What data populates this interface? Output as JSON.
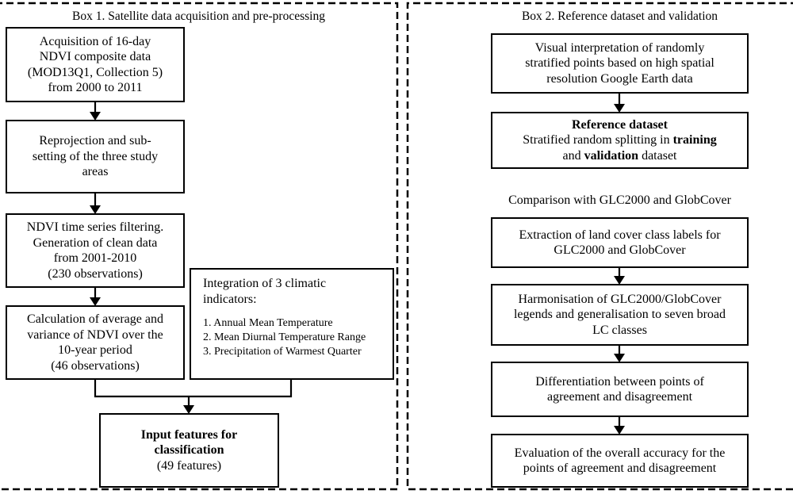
{
  "panels": {
    "box1": {
      "title": "Box 1. Satellite data acquisition and pre-processing",
      "steps": {
        "acquisition": {
          "lines": [
            "Acquisition of 16-day",
            "NDVI composite data",
            "(MOD13Q1, Collection 5)",
            "from 2000 to 2011"
          ]
        },
        "reprojection": {
          "lines": [
            "Reprojection and sub-",
            "setting of the three study",
            "areas"
          ]
        },
        "filtering": {
          "lines": [
            "NDVI time series filtering.",
            "Generation of clean data",
            "from 2001-2010",
            "(230 observations)"
          ]
        },
        "calculation": {
          "lines": [
            "Calculation of average and",
            "variance of NDVI over the",
            "10-year period",
            "(46 observations)"
          ]
        },
        "climatic": {
          "heading_lines": [
            "Integration of 3 climatic",
            "indicators:"
          ],
          "items": [
            "1. Annual Mean Temperature",
            "2. Mean Diurnal Temperature Range",
            "3. Precipitation of Warmest Quarter"
          ]
        },
        "input_features": {
          "bold_lines": [
            "Input features for",
            "classification"
          ],
          "note": "(49 features)"
        }
      }
    },
    "box2": {
      "title": "Box 2. Reference dataset and validation",
      "steps": {
        "visual_interpretation": {
          "lines": [
            "Visual interpretation of randomly",
            "stratified points based on high spatial",
            "resolution Google Earth data"
          ]
        },
        "reference_dataset": {
          "title": "Reference dataset",
          "line2_text": "Stratified random splitting in ",
          "line2_bold": "training",
          "line3_pre": "and ",
          "line3_bold": "validation",
          "line3_post": " dataset"
        },
        "comparison_label": "Comparison with GLC2000 and GlobCover",
        "extraction": {
          "lines": [
            "Extraction of land cover class labels for",
            "GLC2000 and GlobCover"
          ]
        },
        "harmonisation": {
          "lines": [
            "Harmonisation of GLC2000/GlobCover",
            "legends and generalisation to seven broad",
            "LC classes"
          ]
        },
        "differentiation": {
          "lines": [
            "Differentiation between points of",
            "agreement and disagreement"
          ]
        },
        "evaluation": {
          "lines": [
            "Evaluation of the overall accuracy for the",
            "points of agreement and disagreement"
          ]
        }
      }
    }
  },
  "colors": {
    "line": "#000000",
    "background": "#ffffff",
    "text": "#000000"
  }
}
